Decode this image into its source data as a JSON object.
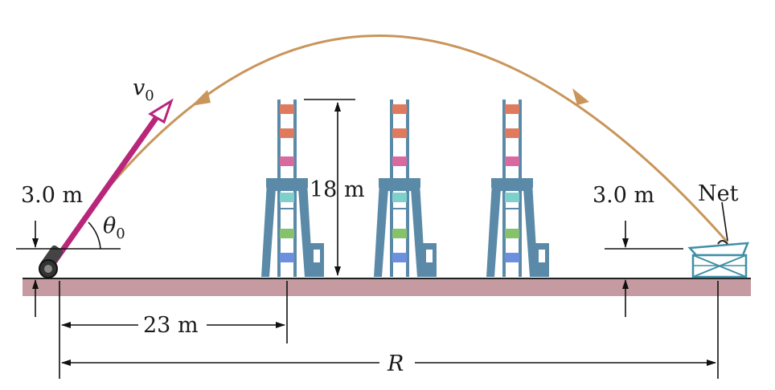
{
  "labels": {
    "v0": "v",
    "v0_sub": "0",
    "theta": "θ",
    "theta_sub": "0",
    "launch_height": "3.0 m",
    "net_height": "3.0 m",
    "wheel_height": "18 m",
    "net": "Net",
    "distance_to_wheel": "23 m",
    "range": "R"
  },
  "colors": {
    "ground": "#c59aa0",
    "trajectory": "#c9955a",
    "velocity_arrow": "#b8267a",
    "ferris_frame": "#5b8aa8",
    "net": "#3f8fa6"
  },
  "ferris_wheels": 3,
  "car_colors": [
    "#e07a5f",
    "#e07a5f",
    "#d86aa0",
    "#7fd0cc",
    "#86c26b",
    "#6d8fe0"
  ]
}
